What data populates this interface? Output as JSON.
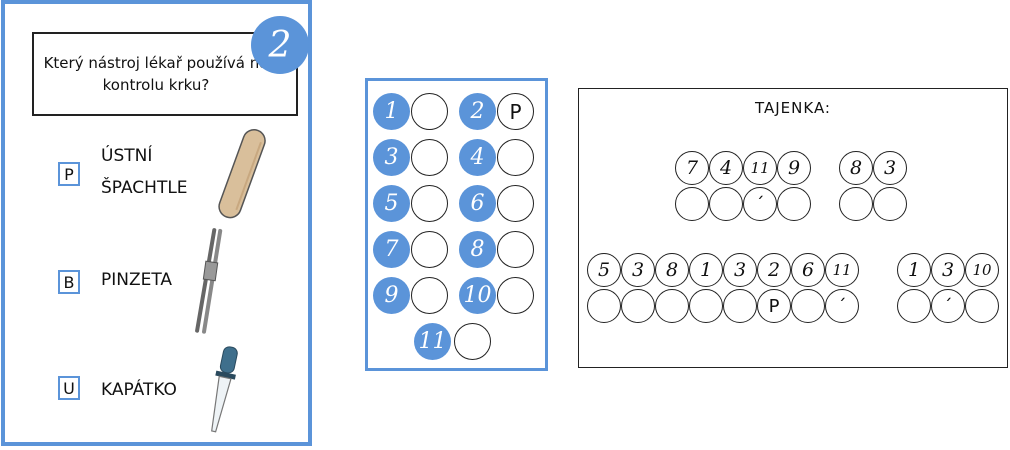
{
  "card": {
    "number": "2",
    "question": "Který nástroj lékař používá na kontrolu krku?",
    "options": [
      {
        "letter": "P",
        "label_line1": "ÚSTNÍ",
        "label_line2": "ŠPACHTLE",
        "icon": "tongue-depressor-icon"
      },
      {
        "letter": "B",
        "label_line1": "PINZETA",
        "label_line2": "",
        "icon": "tweezers-icon"
      },
      {
        "letter": "U",
        "label_line1": "KAPÁTKO",
        "label_line2": "",
        "icon": "dropper-icon"
      }
    ]
  },
  "answer_grid": {
    "cells": [
      {
        "n": "1",
        "answer": ""
      },
      {
        "n": "2",
        "answer": "P"
      },
      {
        "n": "3",
        "answer": ""
      },
      {
        "n": "4",
        "answer": ""
      },
      {
        "n": "5",
        "answer": ""
      },
      {
        "n": "6",
        "answer": ""
      },
      {
        "n": "7",
        "answer": ""
      },
      {
        "n": "8",
        "answer": ""
      },
      {
        "n": "9",
        "answer": ""
      },
      {
        "n": "10",
        "answer": ""
      },
      {
        "n": "11",
        "answer": ""
      }
    ]
  },
  "tajenka": {
    "title": "TAJENKA:",
    "row1": {
      "word1": {
        "numbers": [
          "7",
          "4",
          "11",
          "9"
        ],
        "letters": [
          "",
          "",
          "´",
          ""
        ]
      },
      "word2": {
        "numbers": [
          "8",
          "3"
        ],
        "letters": [
          "",
          ""
        ]
      }
    },
    "row2": {
      "word1": {
        "numbers": [
          "5",
          "3",
          "8",
          "1",
          "3",
          "2",
          "6",
          "11"
        ],
        "letters": [
          "",
          "",
          "",
          "",
          "",
          "P",
          "",
          "´"
        ]
      },
      "word2": {
        "numbers": [
          "1",
          "3",
          "10"
        ],
        "letters": [
          "",
          "´",
          ""
        ]
      }
    }
  },
  "colors": {
    "accent": "#5b94d9",
    "ink": "#111111"
  }
}
